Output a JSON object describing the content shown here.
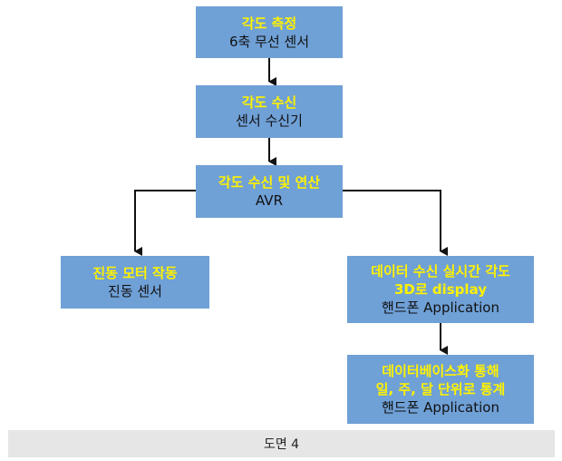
{
  "colors": {
    "box": "#6fa0d6",
    "highlight": "#fff200",
    "text": "#111111",
    "arrow": "#111111",
    "caption_bg": "#e6e6e6"
  },
  "nodes": {
    "angle_measure": {
      "title": "각도 측정",
      "sub": "6축 무선 센서"
    },
    "angle_receive": {
      "title": "각도 수신",
      "sub": "센서 수신기"
    },
    "angle_compute": {
      "title": "각도 수신 및 연산",
      "sub": "AVR"
    },
    "vibration": {
      "title": "진동 모터 작동",
      "sub": "진동 센서"
    },
    "realtime_display": {
      "title1": "데이터 수신 실시간 각도",
      "title2": "3D로 display",
      "sub": "핸드폰 Application"
    },
    "database_stats": {
      "title1": "데이터베이스화 통해",
      "title2": "일, 주, 달 단위로 통계",
      "sub": "핸드폰 Application"
    }
  },
  "caption": "도면 4"
}
